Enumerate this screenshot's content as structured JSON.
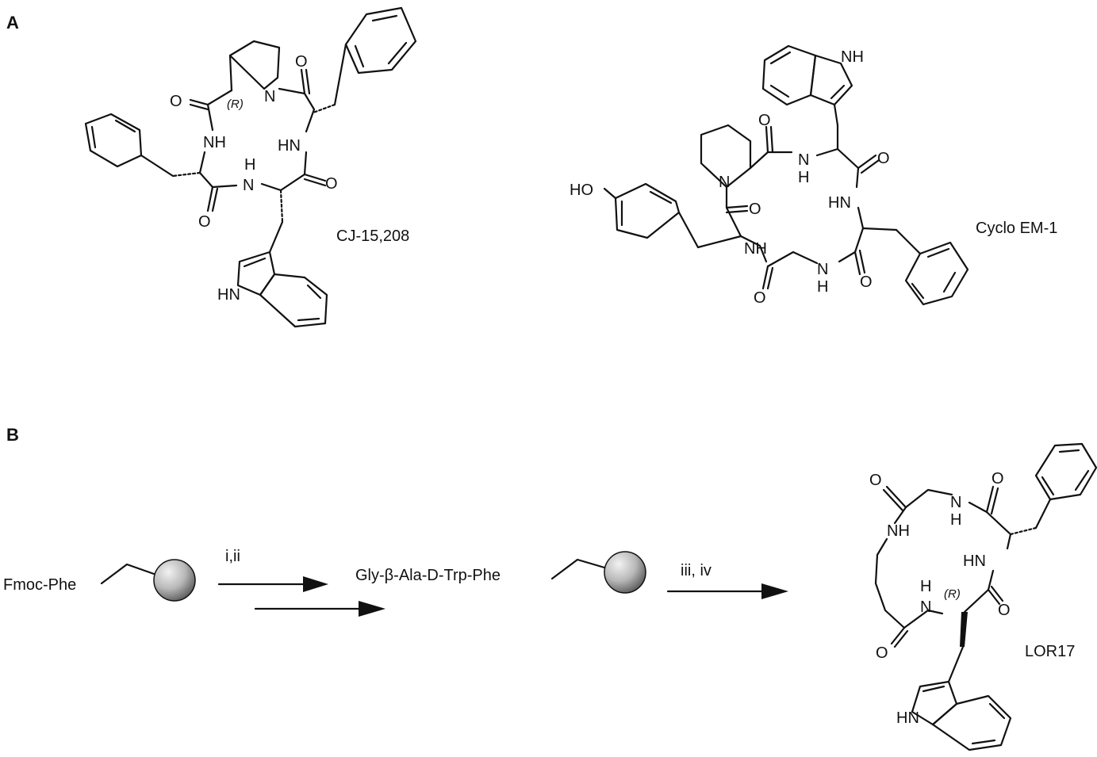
{
  "panels": {
    "a_label": "A",
    "b_label": "B"
  },
  "compounds": {
    "cj": {
      "name": "CJ-15,208",
      "o1": "O",
      "o2": "O",
      "o3": "O",
      "o4": "O",
      "n_pro": "N",
      "nh1": "NH",
      "hn2": "HN",
      "h3": "H",
      "n3": "N",
      "hn_indole": "HN",
      "stereo": "(R)"
    },
    "em": {
      "name": "Cyclo EM-1",
      "nh_indole": "NH",
      "ho": "HO",
      "n_pro": "N",
      "o1": "O",
      "o2": "O",
      "o3": "O",
      "o4": "O",
      "o5": "O",
      "n1": "N",
      "h1": "H",
      "hn2": "HN",
      "nh3": "NH",
      "n4": "N",
      "h4": "H"
    },
    "lor": {
      "name": "LOR17",
      "o1": "O",
      "o2": "O",
      "o3": "O",
      "o4": "O",
      "n1": "N",
      "h1": "H",
      "nh2": "NH",
      "hn3": "HN",
      "h4": "H",
      "n4": "N",
      "hn_indole": "HN",
      "stereo": "(R)"
    }
  },
  "scheme": {
    "start": "Fmoc-Phe",
    "step1": "i,ii",
    "intermediate": "Gly-β-Ala-D-Trp-Phe",
    "step2": "iii, iv"
  },
  "colors": {
    "ink": "#111111",
    "bead_light": "#f2f2f2",
    "bead_dark": "#5a5a5a"
  }
}
